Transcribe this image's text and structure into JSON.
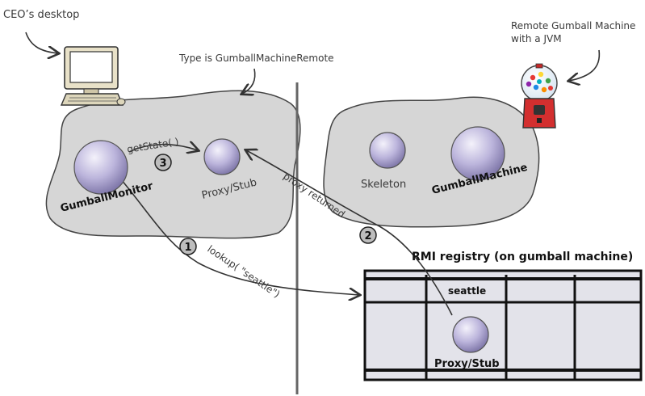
{
  "labels": {
    "ceo_desktop": "CEO’s desktop",
    "type_note": "Type is GumballMachineRemote",
    "remote_note_line1": "Remote Gumball Machine",
    "remote_note_line2": "with a JVM",
    "gumball_monitor": "GumballMonitor",
    "proxy_stub_left": "Proxy/Stub",
    "skeleton": "Skeleton",
    "gumball_machine": "GumballMachine",
    "get_state": "getState( )",
    "proxy_returned": "proxy returned",
    "lookup": "lookup( \"seattle\")",
    "registry_title": "RMI registry (on gumball machine)",
    "registry_entry": "seattle",
    "proxy_stub_registry": "Proxy/Stub"
  },
  "steps": {
    "one": "1",
    "two": "2",
    "three": "3"
  },
  "colors": {
    "blob_fill": "#d6d6d6",
    "blob_stroke": "#444444",
    "sphere_light": "#eeeaf8",
    "sphere_dark": "#8f86b8",
    "step_fill": "#bdbdbd",
    "divider": "#666666"
  },
  "icons": {
    "computer": "computer-icon",
    "gumball_machine": "gumball-machine-icon"
  }
}
